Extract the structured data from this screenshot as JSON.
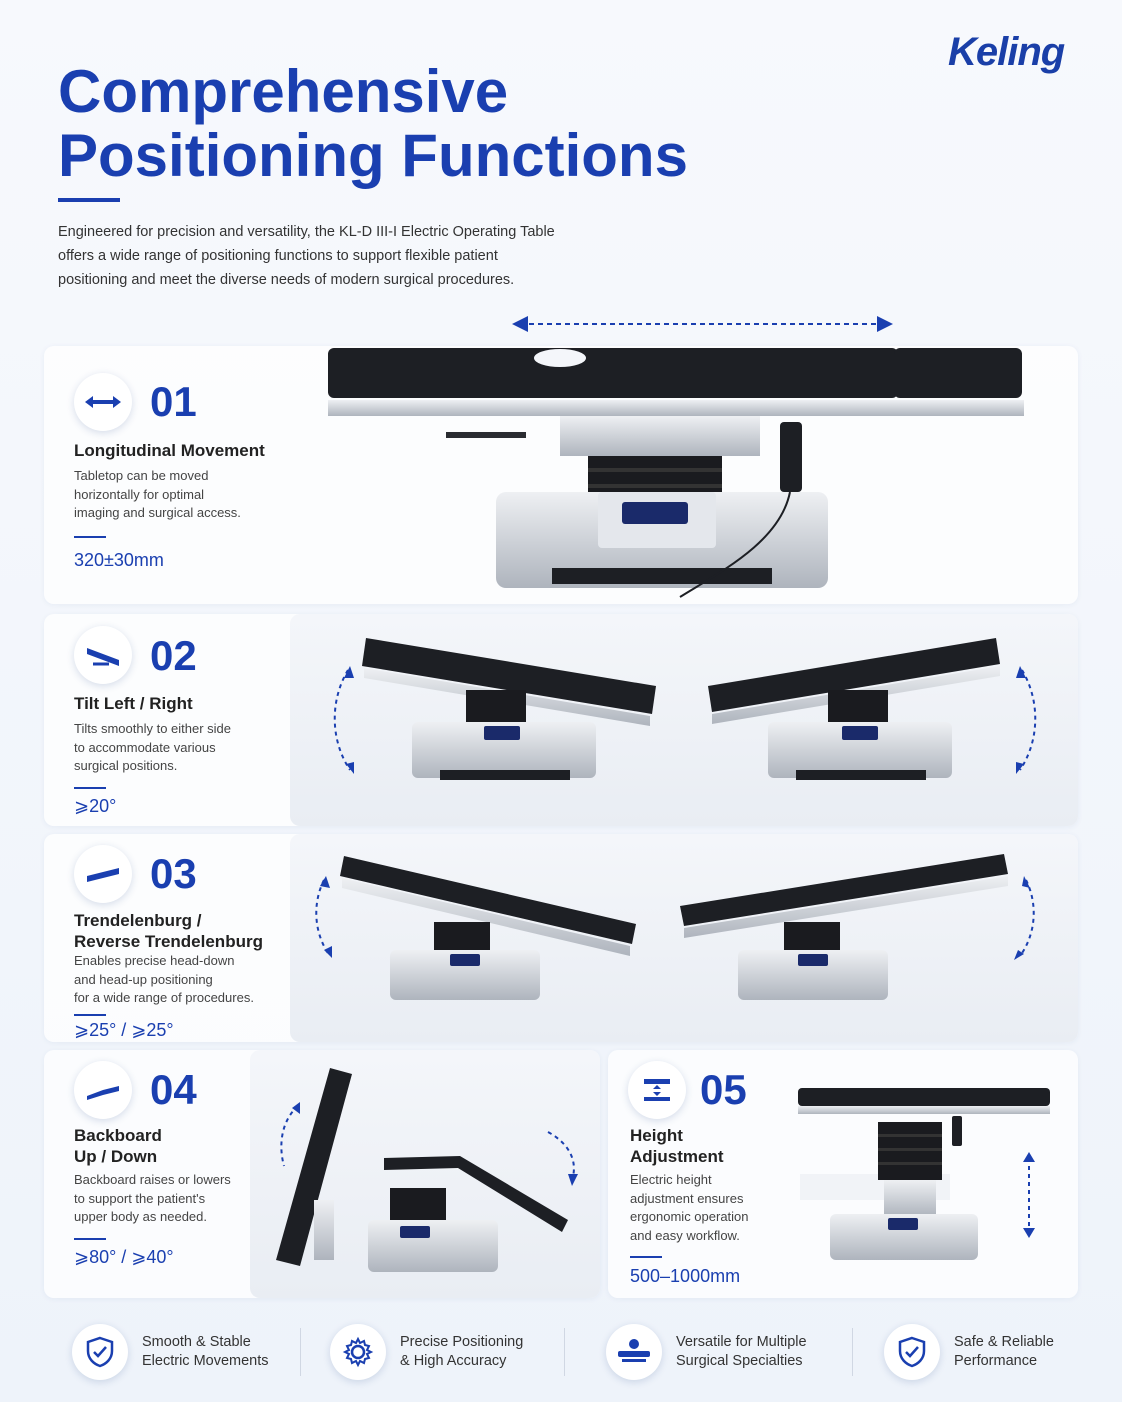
{
  "brand": {
    "logo_text": "Keling"
  },
  "header": {
    "title_line1": "Comprehensive",
    "title_line2": "Positioning Functions",
    "intro_line1": "Engineered for precision and versatility, the KL-D III-I Electric Operating Table",
    "intro_line2": "offers a wide range of positioning functions to support flexible patient",
    "intro_line3": "positioning and meet the diverse needs of modern surgical procedures."
  },
  "features": [
    {
      "number": "01",
      "name_line1": "Longitudinal Movement",
      "desc_line1": "Tabletop can be moved",
      "desc_line2": "horizontally for optimal",
      "desc_line3": "imaging and surgical access.",
      "value": "320±30mm",
      "icon": "double-arrow-icon"
    },
    {
      "number": "02",
      "name_line1": "Tilt Left / Right",
      "desc_line1": "Tilts smoothly to either side",
      "desc_line2": "to accommodate various",
      "desc_line3": "surgical positions.",
      "value": "⩾20°",
      "icon": "tilt-icon"
    },
    {
      "number": "03",
      "name_line1": "Trendelenburg /",
      "name_line2": "Reverse Trendelenburg",
      "desc_line1": "Enables precise head-down",
      "desc_line2": "and head-up positioning",
      "desc_line3": "for a wide range of procedures.",
      "value": "⩾25° / ⩾25°",
      "icon": "trendelenburg-icon"
    },
    {
      "number": "04",
      "name_line1": "Backboard",
      "name_line2": "Up / Down",
      "desc_line1": "Backboard raises or lowers",
      "desc_line2": "to support the patient's",
      "desc_line3": "upper body as needed.",
      "value": "⩾80° / ⩾40°",
      "icon": "backboard-icon"
    },
    {
      "number": "05",
      "name_line1": "Height",
      "name_line2": "Adjustment",
      "desc_line1": "Electric height",
      "desc_line2": "adjustment ensures",
      "desc_line3": "ergonomic operation",
      "desc_line4": "and easy workflow.",
      "value": "500–1000mm",
      "icon": "height-icon"
    }
  ],
  "benefits": [
    {
      "line1": "Smooth & Stable",
      "line2": "Electric Movements",
      "icon": "shield-check-icon"
    },
    {
      "line1": "Precise Positioning",
      "line2": "& High Accuracy",
      "icon": "gear-icon"
    },
    {
      "line1": "Versatile for Multiple",
      "line2": "Surgical Specialties",
      "icon": "patient-table-icon"
    },
    {
      "line1": "Safe & Reliable",
      "line2": "Performance",
      "icon": "shield-check-icon"
    }
  ],
  "colors": {
    "accent": "#1a3fb0",
    "pad": "#1d1f24",
    "steel": "#c9ced6"
  }
}
